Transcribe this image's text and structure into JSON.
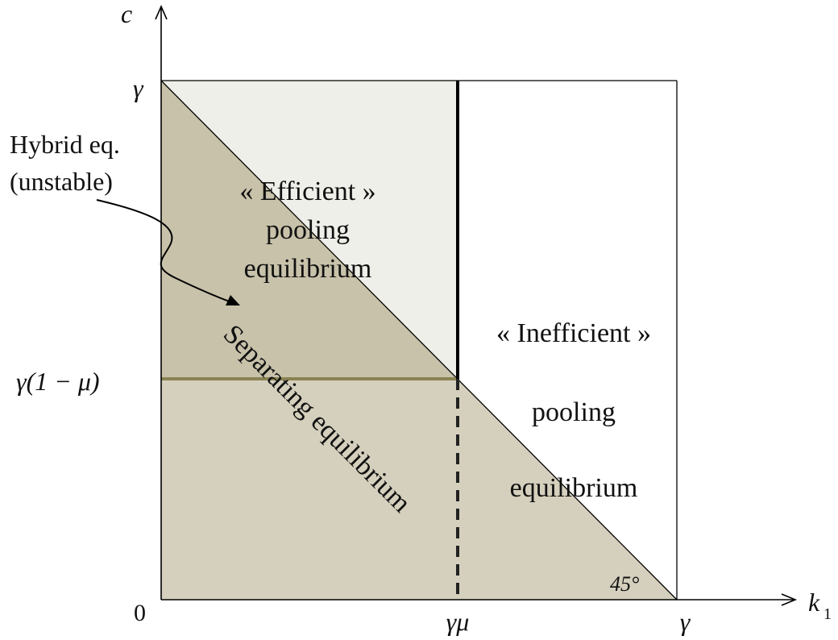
{
  "axes": {
    "x_label": "k",
    "x_label_subscript": "1",
    "y_label": "c",
    "origin_label": "0"
  },
  "ticks": {
    "x_mid": "γμ",
    "x_end": "γ",
    "y_top": "γ",
    "y_mid": "γ(1 − μ)"
  },
  "regions": {
    "efficient": {
      "line1": "« Efficient »",
      "line2": "pooling",
      "line3": "equilibrium"
    },
    "inefficient": {
      "line1": "« Inefficient »",
      "line2": "pooling",
      "line3": "equilibrium"
    },
    "separating": "Separating equilibrium"
  },
  "annotations": {
    "hybrid_line1": "Hybrid eq.",
    "hybrid_line2": "(unstable)",
    "angle": "45°"
  },
  "colors": {
    "separating_fill": "#d5d0bd",
    "efficient_fill": "#efefe9",
    "hybrid_fill": "#c8c2aa",
    "threshold_line": "#8a8352",
    "stroke": "#000000"
  }
}
